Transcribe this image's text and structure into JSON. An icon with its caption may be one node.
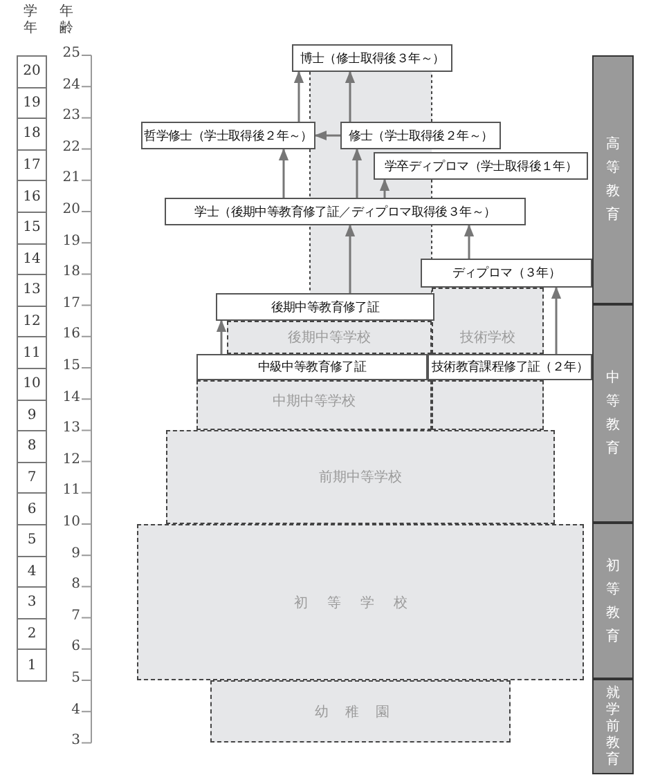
{
  "diagram": {
    "nodes": [
      {
        "text": [
          "博士（修士取得後３年～）"
        ]
      },
      {
        "text": [
          "哲学修士（学士取得後２年～）"
        ]
      },
      {
        "text": [
          "修士（学士取得後２年～）"
        ]
      },
      {
        "text": [
          "学卒ディプロマ（学士取得後１年）"
        ]
      },
      {
        "text": [
          "学士（後期中等教育修了証／ディプロマ取得後３年～）"
        ]
      },
      {
        "text": [
          "ディプロマ（３年）"
        ]
      },
      {
        "text": [
          "後期中等教育修了証"
        ]
      },
      {
        "text": [
          "後期中等学校"
        ]
      },
      {
        "text": [
          "技術学校"
        ]
      },
      {
        "text": [
          "中級中等教育修了証"
        ]
      },
      {
        "text": [
          "技術教育課程修了証（２年）"
        ]
      },
      {
        "text": [
          "中期中等学校"
        ]
      },
      {
        "text": [
          "前期中等学校"
        ]
      },
      {
        "text": [
          "初等学校"
        ]
      },
      {
        "text": [
          "幼稚園"
        ]
      },
      {
        "text": [
          "高等教育"
        ]
      },
      {
        "text": [
          "中等教育"
        ]
      },
      {
        "text": [
          "初等教育"
        ]
      },
      {
        "text": [
          "就学前教育"
        ]
      },
      {
        "text": [],
        "shape": "box"
      }
    ],
    "edges": [
      {
        "from": 1,
        "to": 0,
        "arrow": "to"
      },
      {
        "from": 2,
        "to": 0,
        "arrow": "to"
      },
      {
        "from": 2,
        "to": 1,
        "arrow": "to"
      },
      {
        "from": 4,
        "to": 3,
        "arrow": "to"
      },
      {
        "from": 4,
        "to": 1,
        "arrow": "to"
      },
      {
        "from": 4,
        "to": 2,
        "arrow": "to"
      },
      {
        "from": 6,
        "to": 4,
        "arrow": "to"
      },
      {
        "from": 5,
        "to": 4,
        "arrow": "to"
      },
      {
        "from": 9,
        "to": 6,
        "arrow": "to"
      },
      {
        "from": 10,
        "to": 5,
        "arrow": "to"
      }
    ],
    "labels": [
      "学年",
      "年齢",
      "20",
      "19",
      "18",
      "17",
      "16",
      "15",
      "14",
      "13",
      "12",
      "11",
      "10",
      "9",
      "8",
      "7",
      "6",
      "5",
      "4",
      "3",
      "2",
      "1",
      "25",
      "24",
      "23",
      "22",
      "21",
      "20",
      "19",
      "18",
      "17",
      "16",
      "15",
      "14",
      "13",
      "12",
      "11",
      "10",
      "9",
      "8",
      "7",
      "6",
      "5",
      "4",
      "3"
    ]
  }
}
